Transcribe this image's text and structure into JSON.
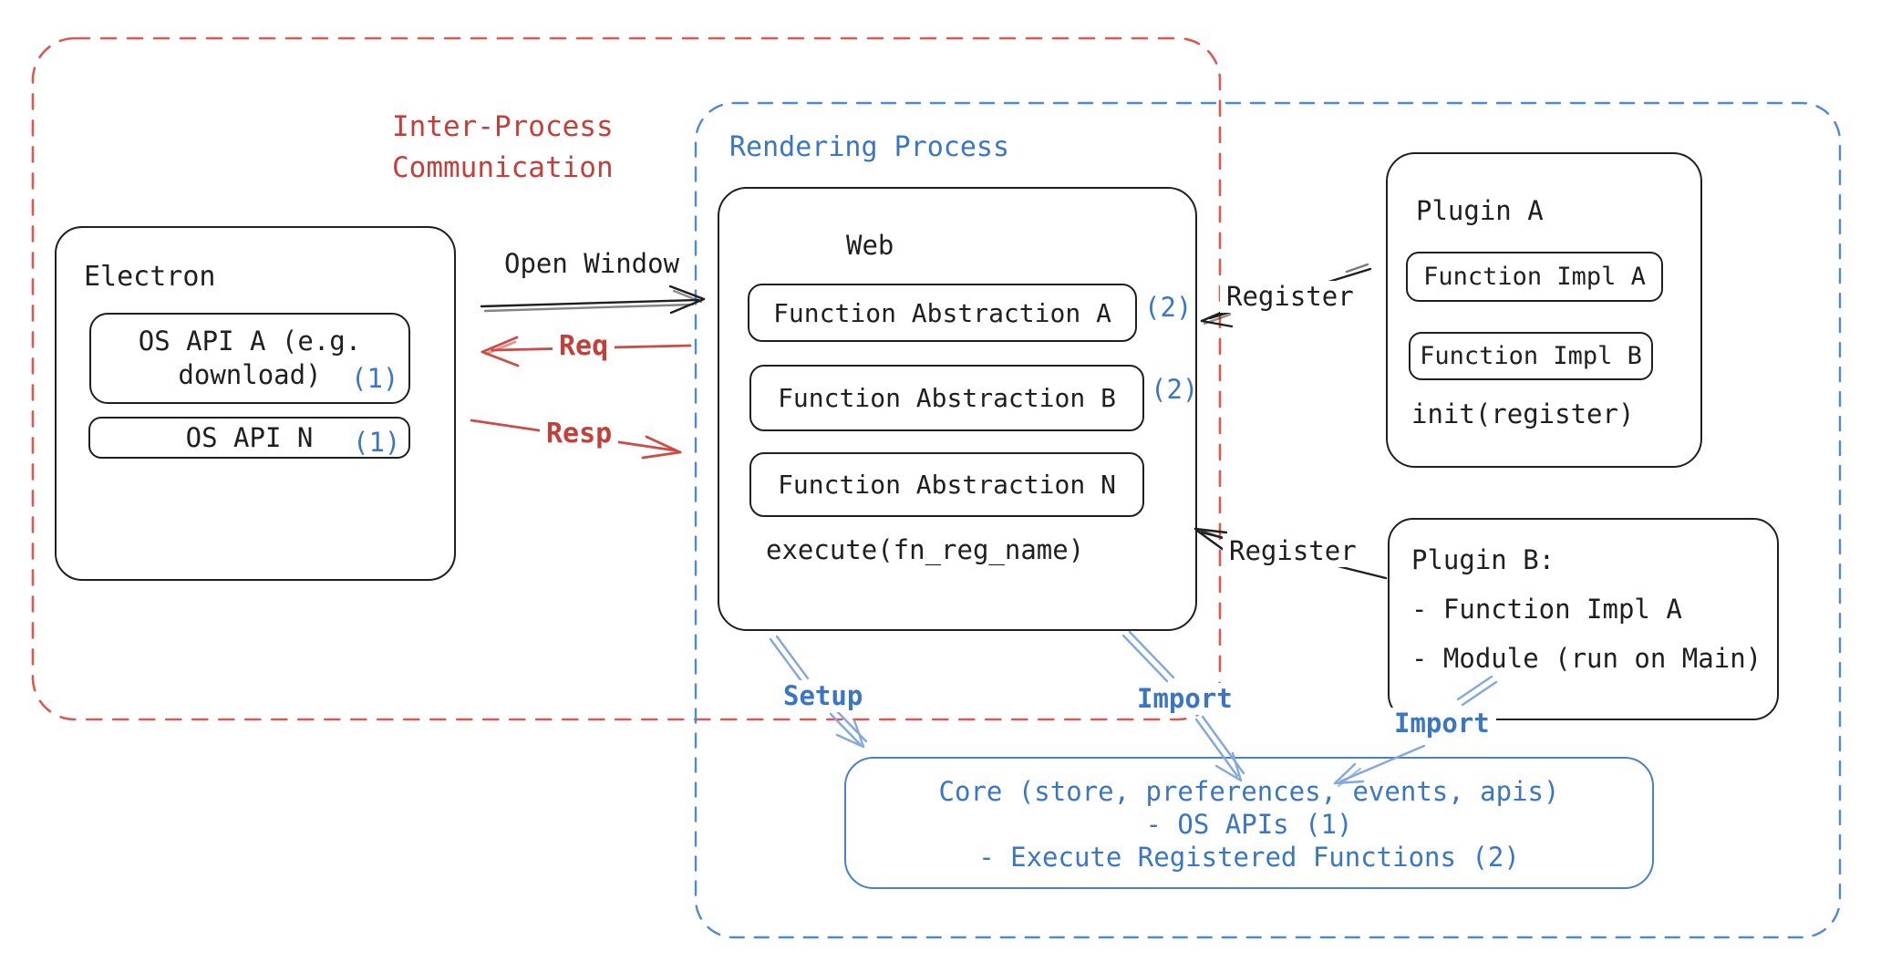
{
  "ipc": {
    "title_line1": "Inter-Process",
    "title_line2": "Communication"
  },
  "electron": {
    "title": "Electron",
    "os_api_a": {
      "line1": "OS API A (e.g.",
      "line2": "download)",
      "badge": "(1)"
    },
    "os_api_n": {
      "label": "OS API N",
      "badge": "(1)"
    }
  },
  "rendering": {
    "title": "Rendering Process"
  },
  "web": {
    "title": "Web",
    "functions": [
      {
        "label": "Function Abstraction A",
        "badge": "(2)"
      },
      {
        "label": "Function Abstraction B",
        "badge": "(2)"
      },
      {
        "label": "Function Abstraction N",
        "badge": ""
      }
    ],
    "execute": "execute(fn_reg_name)"
  },
  "plugin_a": {
    "title": "Plugin A",
    "impl_a": "Function Impl A",
    "impl_b": "Function Impl B",
    "init": "init(register)"
  },
  "plugin_b": {
    "title": "Plugin B:",
    "item1": "- Function Impl A",
    "item2": "- Module (run on Main)"
  },
  "core": {
    "line1": "Core (store, preferences, events, apis)",
    "line2": "- OS APIs (1)",
    "line3": "- Execute Registered Functions (2)"
  },
  "arrows": {
    "open_window": "Open Window",
    "req": "Req",
    "resp": "Resp",
    "register_top": "Register",
    "register_bottom": "Register",
    "setup": "Setup",
    "import_web": "Import",
    "import_plugin": "Import"
  },
  "colors": {
    "black": "#1f1f1f",
    "red_dash": "#db5952",
    "red_text": "#c3403a",
    "red_arrow": "#cd4b45",
    "blue_dash": "#4e89d4",
    "blue_text": "#3a76c2",
    "blue_border": "#4a80c8",
    "blue_arrow": "#85a7dc"
  }
}
